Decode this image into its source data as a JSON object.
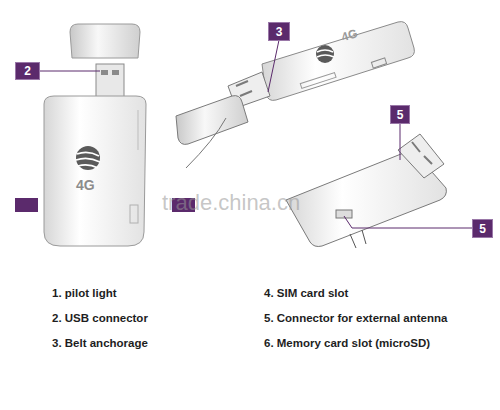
{
  "diagram": {
    "nodes": [
      {
        "text": [
          "3"
        ]
      },
      {
        "text": [
          "2"
        ]
      },
      {
        "text": [
          "5"
        ]
      },
      {
        "text": [
          "5"
        ]
      }
    ],
    "labels": [
      "4G",
      "4G",
      "trade.china.cn",
      "1. pilot light",
      "2. USB connector",
      "3. Belt anchorage",
      "4. SIM card slot",
      "5. Connector for external antenna",
      "6. Memory card slot (microSD)"
    ]
  }
}
